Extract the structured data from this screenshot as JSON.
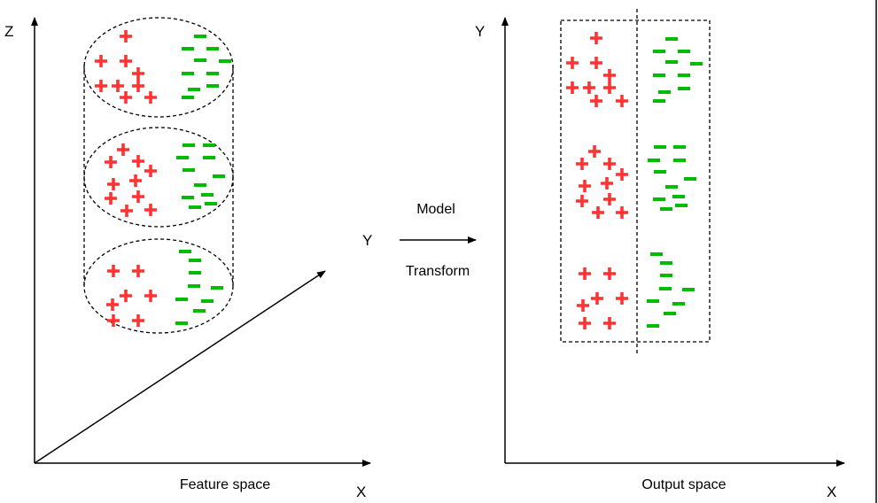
{
  "colors": {
    "positive": "#ff3333",
    "negative": "#00bb00",
    "axis": "#000000",
    "dashed": "#000000"
  },
  "feature_space": {
    "caption": "Feature space",
    "axis_labels": {
      "z": "Z",
      "y": "Y",
      "x": "X"
    },
    "clusters": [
      {
        "name": "top",
        "plus": [
          [
            142,
            41
          ],
          [
            114,
            69
          ],
          [
            142,
            69
          ],
          [
            156,
            83
          ],
          [
            114,
            97
          ],
          [
            133,
            97
          ],
          [
            156,
            97
          ],
          [
            142,
            110
          ],
          [
            170,
            110
          ]
        ],
        "minus": [
          [
            226,
            41
          ],
          [
            212,
            55
          ],
          [
            240,
            55
          ],
          [
            226,
            68
          ],
          [
            254,
            69
          ],
          [
            212,
            83
          ],
          [
            240,
            83
          ],
          [
            219,
            101
          ],
          [
            240,
            97
          ],
          [
            212,
            110
          ]
        ]
      },
      {
        "name": "middle",
        "plus": [
          [
            139,
            169
          ],
          [
            125,
            183
          ],
          [
            156,
            182
          ],
          [
            170,
            193
          ],
          [
            128,
            208
          ],
          [
            153,
            204
          ],
          [
            125,
            224
          ],
          [
            156,
            222
          ],
          [
            143,
            238
          ],
          [
            170,
            237
          ]
        ],
        "minus": [
          [
            213,
            164
          ],
          [
            236,
            164
          ],
          [
            206,
            178
          ],
          [
            236,
            178
          ],
          [
            213,
            192
          ],
          [
            247,
            199
          ],
          [
            226,
            209
          ],
          [
            212,
            223
          ],
          [
            234,
            220
          ],
          [
            238,
            230
          ],
          [
            220,
            234
          ]
        ]
      },
      {
        "name": "bottom",
        "plus": [
          [
            128,
            306
          ],
          [
            156,
            306
          ],
          [
            142,
            334
          ],
          [
            170,
            334
          ],
          [
            127,
            344
          ],
          [
            128,
            362
          ],
          [
            156,
            362
          ]
        ],
        "minus": [
          [
            209,
            284
          ],
          [
            220,
            294
          ],
          [
            220,
            308
          ],
          [
            219,
            323
          ],
          [
            245,
            325
          ],
          [
            205,
            338
          ],
          [
            234,
            340
          ],
          [
            225,
            351
          ],
          [
            205,
            365
          ]
        ]
      }
    ]
  },
  "transform": {
    "top_label": "Model",
    "bottom_label": "Transform"
  },
  "output_space": {
    "caption": "Output space",
    "axis_labels": {
      "y": "Y",
      "x": "X"
    },
    "clusters": [
      {
        "name": "top",
        "plus": [
          [
            673,
            43
          ],
          [
            646,
            71
          ],
          [
            673,
            71
          ],
          [
            688,
            85
          ],
          [
            646,
            99
          ],
          [
            665,
            99
          ],
          [
            688,
            99
          ],
          [
            673,
            114
          ],
          [
            702,
            114
          ]
        ],
        "minus": [
          [
            758,
            44
          ],
          [
            744,
            58
          ],
          [
            772,
            58
          ],
          [
            758,
            70
          ],
          [
            786,
            72
          ],
          [
            744,
            85
          ],
          [
            772,
            85
          ],
          [
            750,
            104
          ],
          [
            772,
            100
          ],
          [
            744,
            114
          ]
        ]
      },
      {
        "name": "middle",
        "plus": [
          [
            671,
            171
          ],
          [
            657,
            185
          ],
          [
            688,
            185
          ],
          [
            702,
            197
          ],
          [
            660,
            210
          ],
          [
            685,
            207
          ],
          [
            657,
            227
          ],
          [
            688,
            225
          ],
          [
            675,
            240
          ],
          [
            702,
            240
          ]
        ],
        "minus": [
          [
            745,
            166
          ],
          [
            767,
            166
          ],
          [
            738,
            181
          ],
          [
            767,
            181
          ],
          [
            745,
            194
          ],
          [
            779,
            202
          ],
          [
            758,
            211
          ],
          [
            744,
            225
          ],
          [
            766,
            222
          ],
          [
            769,
            232
          ],
          [
            752,
            236
          ]
        ]
      },
      {
        "name": "bottom",
        "plus": [
          [
            660,
            309
          ],
          [
            688,
            309
          ],
          [
            674,
            337
          ],
          [
            702,
            337
          ],
          [
            658,
            345
          ],
          [
            660,
            365
          ],
          [
            688,
            365
          ]
        ],
        "minus": [
          [
            741,
            287
          ],
          [
            752,
            297
          ],
          [
            752,
            311
          ],
          [
            751,
            326
          ],
          [
            777,
            327
          ],
          [
            737,
            340
          ],
          [
            766,
            343
          ],
          [
            756,
            354
          ],
          [
            737,
            368
          ]
        ]
      }
    ]
  }
}
